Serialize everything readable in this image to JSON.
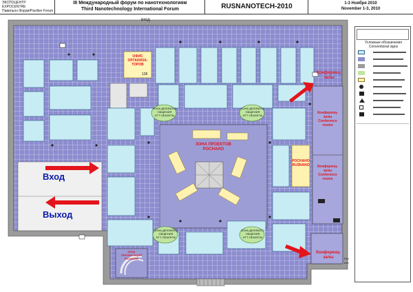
{
  "header": {
    "org_line1": "ЭКСПОЦЕНТР",
    "org_line2": "EXPOCENTRE",
    "pavilion": "Павильон Форум/Pavilion Forum",
    "forum_ru": "III Международный форум по нанотехнологиям",
    "forum_en": "Third Nanotechnology International Forum",
    "event": "RUSNANOTECH-2010",
    "dates_ru": "1-3 Ноября 2010",
    "dates_en": "November 1-3, 2010"
  },
  "map": {
    "top_entrance": "вход",
    "entrance_label": "Вход",
    "exit_label": "Выход",
    "office_label": "ОФИС ОРГАНИЗА-ТОРОВ",
    "office_number": "128",
    "projects_zone": "ЗОНА ПРОЕКТОВ РОСНАНО",
    "rusnano_stand": "РОСНАНО RUSNANO",
    "presentation_zone": "ЗОНА ПРЕЗЕНТАЦИЙ РОСНАНО",
    "conference_halls": [
      {
        "text": "Конференц-залы"
      },
      {
        "text": "Конференц-залы"
      }
    ],
    "conference_rooms_right": [
      {
        "ru": "Конференц-залы",
        "en": "Conference rooms"
      },
      {
        "ru": "Конференц-залы",
        "en": "Conference rooms"
      }
    ],
    "business_zones": [
      {
        "ru": "ЗОНА ДЕЛОВОГО ОБЩЕНИЯ",
        "en": "НТТ ОБЪЕКТЫ"
      },
      {
        "ru": "ЗОНА ДЕЛОВОГО ОБЩЕНИЯ",
        "en": "НТТ ОБЪЕКТЫ"
      },
      {
        "ru": "ЗОНА ДЕЛОВОГО ОБЩЕНИЯ",
        "en": "НТТ ОБЪЕКТЫ"
      },
      {
        "ru": "ЗОНА ДЕЛОВОГО ОБЩЕНИЯ",
        "en": "НТТ ОБЪЕКТЫ"
      }
    ],
    "fire_exit": "Fire exit"
  },
  "legend": {
    "title_ru": "Условные обозначения",
    "title_en": "Conventional signs"
  },
  "colors": {
    "floor": "#8c8ccf",
    "grid": "#b6b6e2",
    "stand": "#c8ecf4",
    "stand_border": "#2d5d8a",
    "wall": "#9b9b9b",
    "red": "#e4141b",
    "lounge": "#bfe5a0",
    "table": "#fff2b0",
    "office": "#fff5b8"
  }
}
